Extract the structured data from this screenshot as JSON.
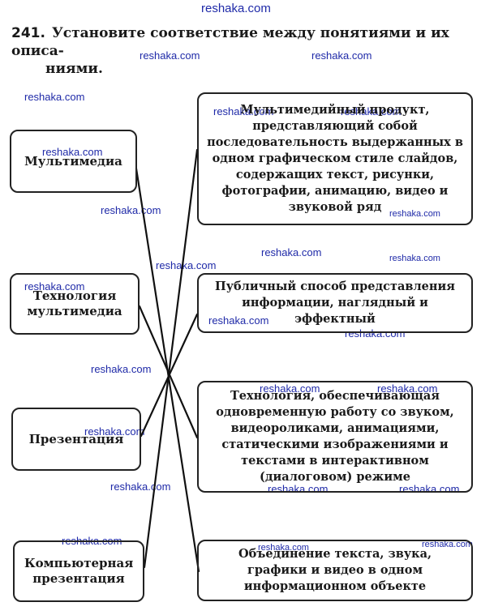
{
  "watermark": "reshaka.com",
  "watermark_small": "reshaka.com",
  "task": {
    "number": "241.",
    "text_line1": "Установите соответствие между понятиями и их описа-",
    "text_line2": "ниями."
  },
  "concepts": [
    {
      "label": "Мультимедиа"
    },
    {
      "label": "Технология мультимедиа"
    },
    {
      "label": "Презентация"
    },
    {
      "label": "Компьютерная презентация"
    }
  ],
  "descriptions": [
    {
      "text": "Мультимедийный продукт, представляющий собой последовательность выдержанных в одном графическом стиле слайдов, содержащих текст, рисунки, фотографии, анимацию, видео и звуковой ряд"
    },
    {
      "text": "Публичный способ представления информации, наглядный и эффектный"
    },
    {
      "text": "Технология, обеспечивающая одновременную работу со звуком, видеороликами, анимациями, статическими изображениями и текстами в интерактивном (диалоговом) режиме"
    },
    {
      "text": "Объединение текста, звука, графики и видео в одном информационном объекте"
    }
  ]
}
